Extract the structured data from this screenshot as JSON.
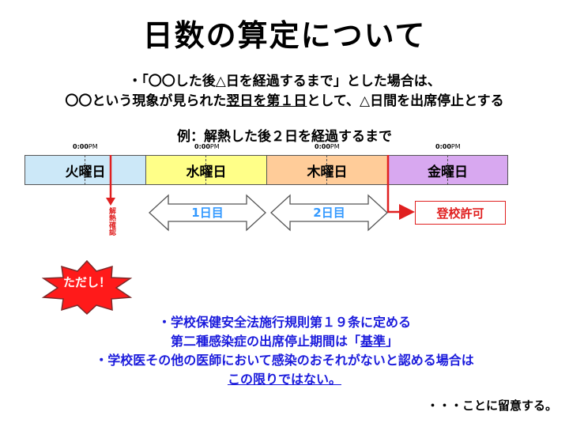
{
  "title": "日数の算定について",
  "intro": {
    "line1": "・「〇〇した後△日を経過するまで」とした場合は、",
    "line2_a": "〇〇という現象が見られた",
    "line2_b": "翌日を第１日",
    "line2_c": "として、△日間を出席停止とする"
  },
  "example": "例：解熱した後２日を経過するまで",
  "timeline": {
    "time_label_main": "0:00",
    "time_label_suffix": "PM",
    "days": [
      {
        "label": "火曜日",
        "color": "#cce8f8"
      },
      {
        "label": "水曜日",
        "color": "#ffff88"
      },
      {
        "label": "木曜日",
        "color": "#ffcc99"
      },
      {
        "label": "金曜日",
        "color": "#d8a8f0"
      }
    ],
    "fever_confirm": "解熱確認",
    "arrows": [
      "1日目",
      "2日目"
    ],
    "permit": "登校許可"
  },
  "however": "ただし！",
  "notes": {
    "line1": "・学校保健安全法施行規則第１９条に定める",
    "line2_a": "第二種感染症の出席停止期間は「",
    "line2_b": "基準",
    "line2_c": "」",
    "line3": "・学校医その他の医師において感染のおそれがないと認める場合は",
    "line4": "この限りではない。"
  },
  "closing": "・・・ことに留意する。",
  "colors": {
    "red": "#e02020",
    "blue_text": "#1a1adc",
    "arrow_text": "#3399ff"
  }
}
